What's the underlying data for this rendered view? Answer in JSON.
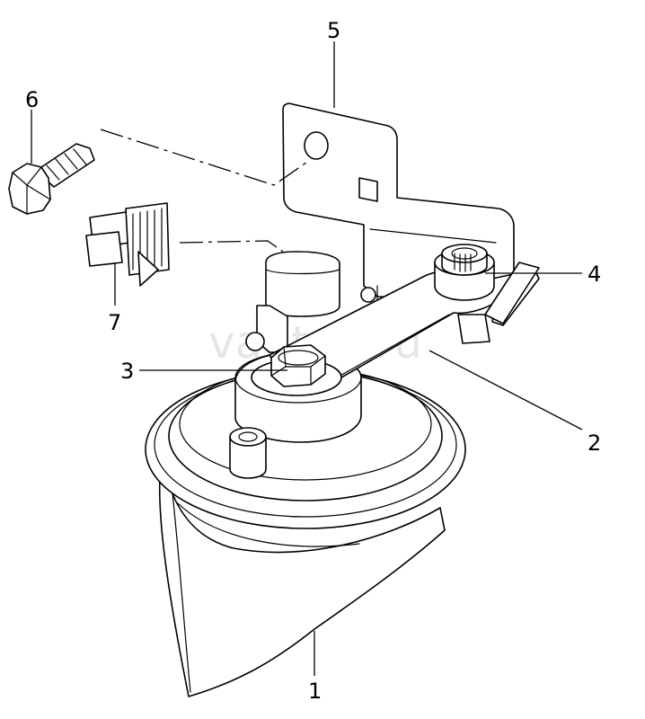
{
  "watermark": "vagtec.ru",
  "callouts": [
    {
      "id": "1",
      "label": "1"
    },
    {
      "id": "2",
      "label": "2"
    },
    {
      "id": "3",
      "label": "3"
    },
    {
      "id": "4",
      "label": "4"
    },
    {
      "id": "5",
      "label": "5"
    },
    {
      "id": "6",
      "label": "6"
    },
    {
      "id": "7",
      "label": "7"
    }
  ],
  "colors": {
    "line": "#000000",
    "background": "#ffffff",
    "watermark": "#e6e6e6"
  }
}
